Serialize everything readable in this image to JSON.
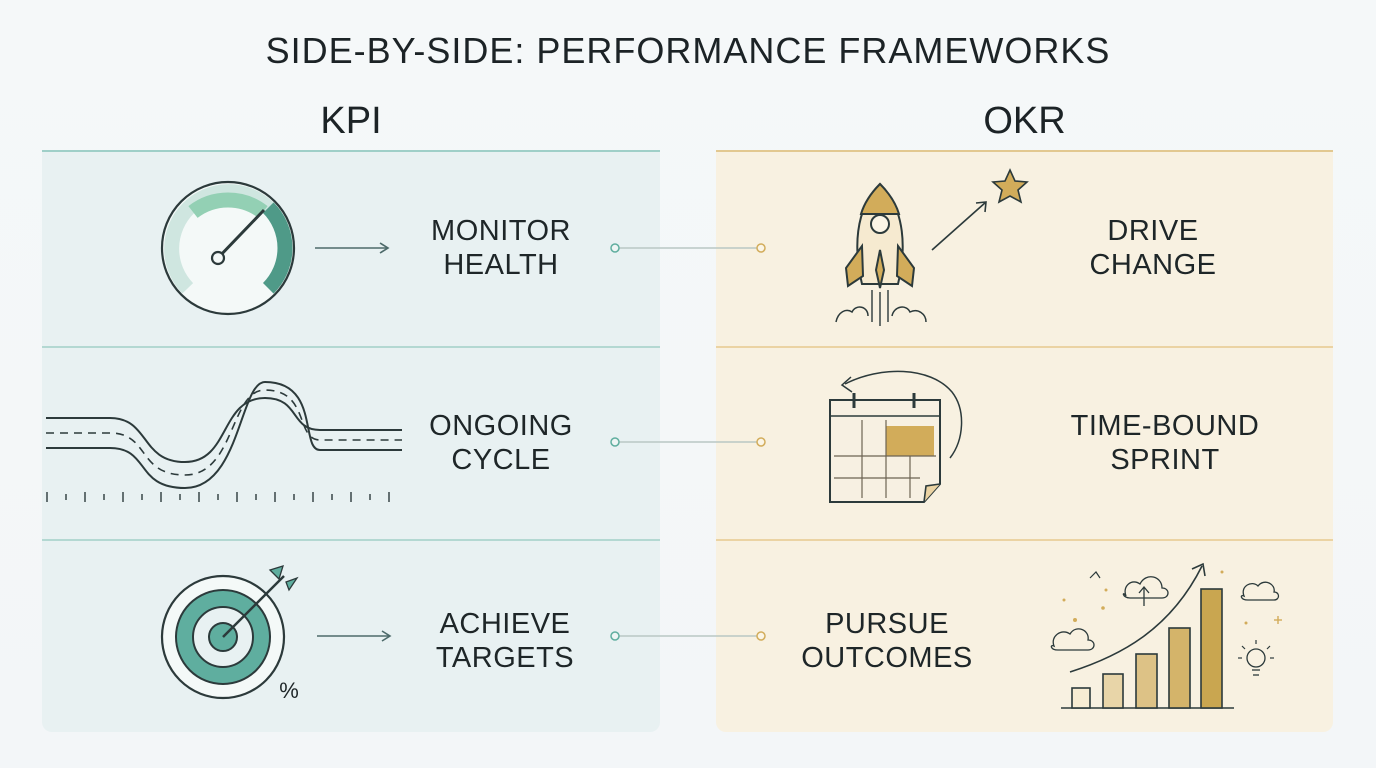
{
  "title": "SIDE-BY-SIDE: PERFORMANCE FRAMEWORKS",
  "kpi": {
    "heading": "KPI",
    "rows": [
      {
        "line1": "MONITOR",
        "line2": "HEALTH",
        "icon": "gauge-icon"
      },
      {
        "line1": "ONGOING",
        "line2": "CYCLE",
        "icon": "winding-road-icon"
      },
      {
        "line1": "ACHIEVE",
        "line2": "TARGETS",
        "icon": "target-icon"
      }
    ],
    "percent_symbol": "%"
  },
  "okr": {
    "heading": "OKR",
    "rows": [
      {
        "line1": "DRIVE",
        "line2": "CHANGE",
        "icon": "rocket-icon"
      },
      {
        "line1": "TIME-BOUND",
        "line2": "SPRINT",
        "icon": "calendar-icon"
      },
      {
        "line1": "PURSUE",
        "line2": "OUTCOMES",
        "icon": "growth-chart-icon"
      }
    ]
  },
  "colors": {
    "kpi_accent": "#5fae9f",
    "okr_accent": "#d2ac5a",
    "kpi_panel": "#e8f1f2",
    "okr_panel": "#f8f1e1"
  }
}
